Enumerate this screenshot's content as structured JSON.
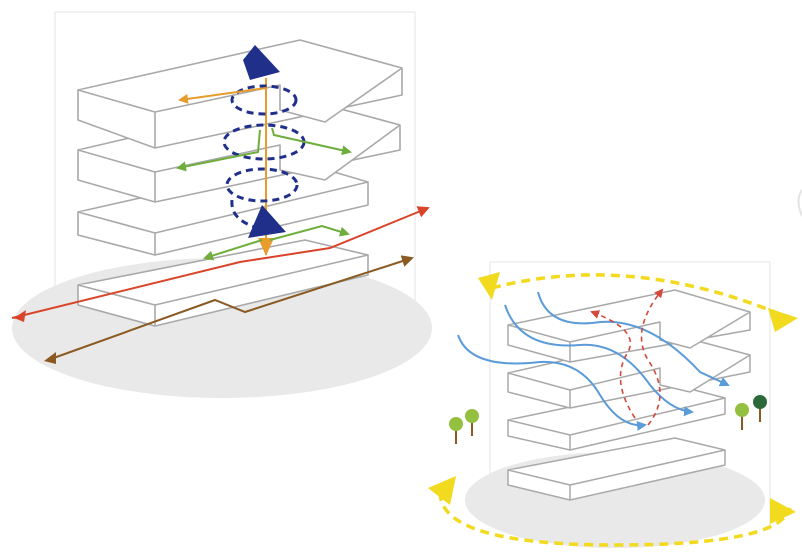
{
  "figure": {
    "panels": [
      {
        "id": "vertical-circulation",
        "floors": 4,
        "circulation_routes": [
          "horizontal-per-floor",
          "vertical-core",
          "ground-level-crossings"
        ]
      },
      {
        "id": "airflow-and-sunpath",
        "floors": 4,
        "environmental_elements": [
          "wind-flow",
          "hot-air-stack",
          "sun-path",
          "trees"
        ]
      }
    ]
  },
  "colors": {
    "outline": "#a9a9a9",
    "ground": "#e8e8e8",
    "navy": "#1f2f8a",
    "orange": "#e79c2c",
    "green": "#6fae3c",
    "red": "#d9452b",
    "brown": "#8a5a22",
    "blue": "#5a9bd8",
    "dashed_red": "#d24a3a",
    "yellow": "#f2da1f",
    "tree_light": "#93c13f",
    "tree_dark": "#2d6a3a"
  }
}
